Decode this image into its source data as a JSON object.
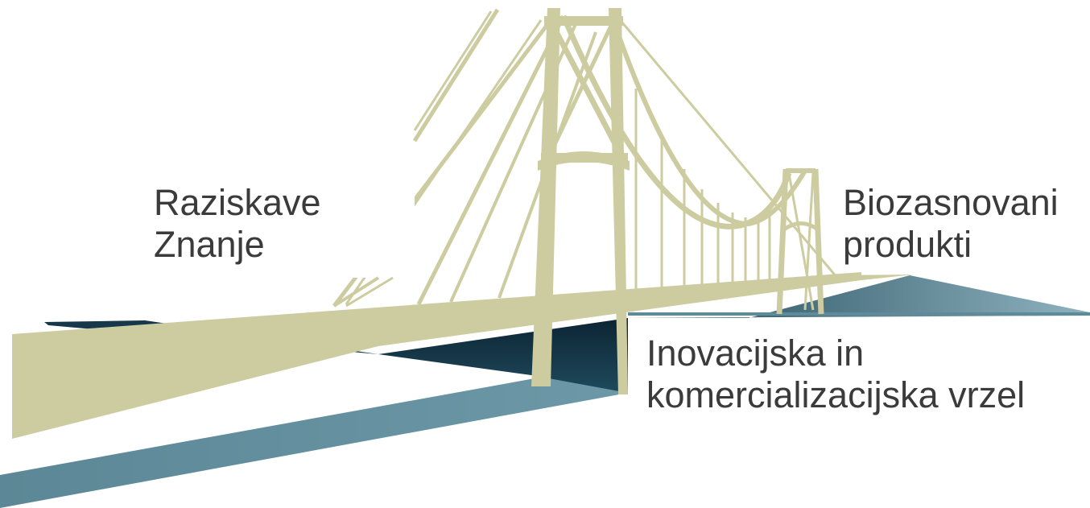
{
  "labels": {
    "research": {
      "line1": "Raziskave",
      "line2": "Znanje"
    },
    "products": {
      "line1": "Biozasnovani",
      "line2": "produkti"
    },
    "gap": {
      "line1": "Inovacijska in",
      "line2": "komercializacijska vrzel"
    }
  },
  "colors": {
    "bridge": "#cdcca1",
    "water": "#5b8796",
    "shadow_dark": "#0e2b3a",
    "text": "#3b3b3b"
  },
  "illustration": "suspension-bridge"
}
